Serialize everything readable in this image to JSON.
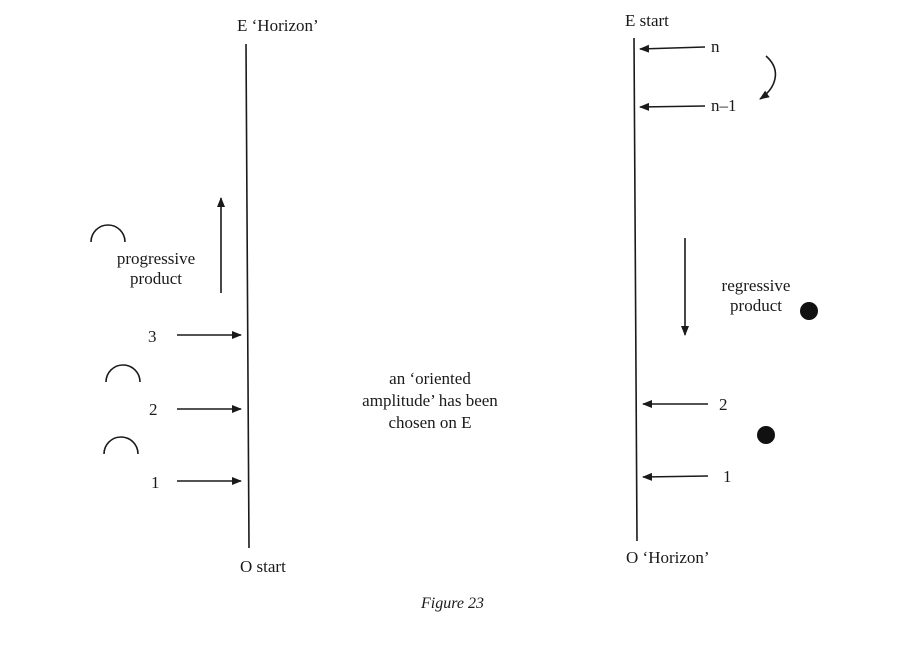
{
  "left_axis": {
    "top_label": "E ‘Horizon’",
    "bottom_label": "O  start",
    "progression_label": [
      "progressive",
      "product"
    ],
    "elements": [
      "3",
      "2",
      "1"
    ]
  },
  "center_note": [
    "an ‘oriented",
    "amplitude’ has been",
    "chosen on E"
  ],
  "right_axis": {
    "top_label": "E start",
    "bottom_label": "O ‘Horizon’",
    "progression_label": [
      "regressive",
      "product"
    ],
    "top_elements": [
      "n",
      "n–1"
    ],
    "bottom_elements": [
      "2",
      "1"
    ]
  },
  "caption": "Figure 23",
  "symbols": {
    "progressive": "arc-symbol",
    "regressive": "filled-dot-symbol"
  }
}
